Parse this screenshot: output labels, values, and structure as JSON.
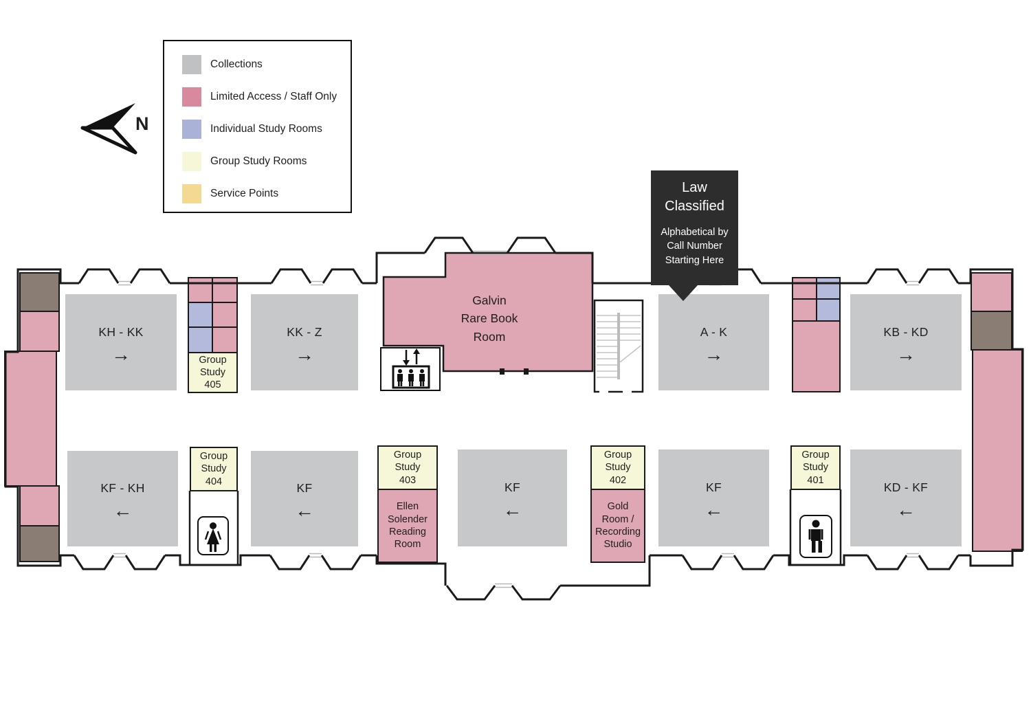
{
  "legend": {
    "items": [
      {
        "label": "Collections",
        "color": "#bfc1c3"
      },
      {
        "label": "Limited Access / Staff Only",
        "color": "#d9899e"
      },
      {
        "label": "Individual Study Rooms",
        "color": "#aab2d8"
      },
      {
        "label": "Group Study Rooms",
        "color": "#f6f6d8"
      },
      {
        "label": "Service Points",
        "color": "#f3d991"
      }
    ]
  },
  "compass": {
    "label": "N"
  },
  "callout": {
    "title": "Law\nClassified",
    "subtitle": "Alphabetical by\nCall Number\nStarting Here"
  },
  "colors": {
    "collections": "#c7c8ca",
    "limited": "#dfa6b4",
    "individual": "#b3badc",
    "group": "#f6f6d8",
    "service": "#f3d991",
    "core": "#8a7d73"
  },
  "rooms": {
    "kh_kk": {
      "label": "KH - KK",
      "arrow": "→"
    },
    "kk_z": {
      "label": "KK - Z",
      "arrow": "→"
    },
    "a_k": {
      "label": "A - K",
      "arrow": "→"
    },
    "kb_kd": {
      "label": "KB - KD",
      "arrow": "→"
    },
    "kf_kh": {
      "label": "KF - KH",
      "arrow": "←"
    },
    "kf_1": {
      "label": "KF",
      "arrow": "←"
    },
    "kf_2": {
      "label": "KF",
      "arrow": "←"
    },
    "kf_3": {
      "label": "KF",
      "arrow": "←"
    },
    "kd_kf": {
      "label": "KD - KF",
      "arrow": "←"
    },
    "galvin": {
      "label": "Galvin\nRare Book\nRoom"
    },
    "ellen": {
      "label": "Ellen\nSolender\nReading\nRoom"
    },
    "gold": {
      "label": "Gold\nRoom /\nRecording\nStudio"
    },
    "gs401": {
      "label": "Group\nStudy\n401"
    },
    "gs402": {
      "label": "Group\nStudy\n402"
    },
    "gs403": {
      "label": "Group\nStudy\n403"
    },
    "gs404": {
      "label": "Group\nStudy\n404"
    },
    "gs405": {
      "label": "Group\nStudy\n405"
    }
  },
  "icons": {
    "elevator_arrows": "↓↑"
  }
}
